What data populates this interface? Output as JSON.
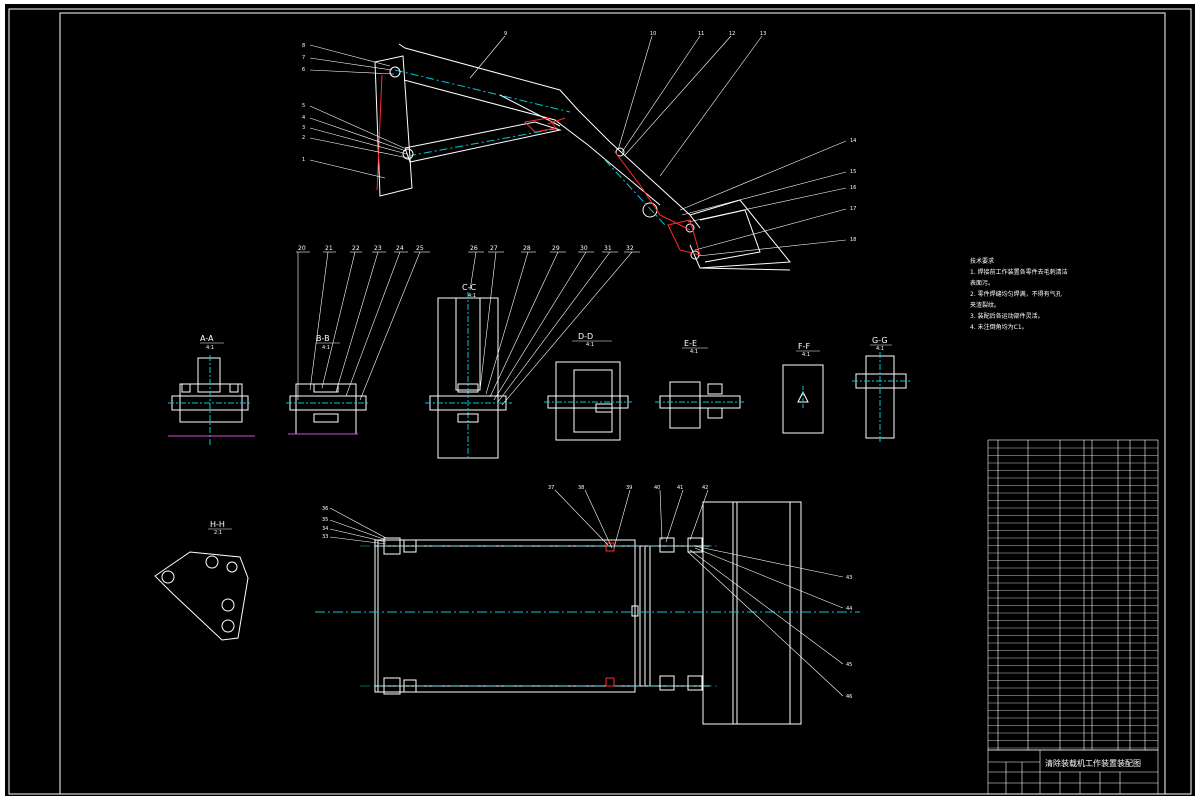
{
  "drawing": {
    "title_block": {
      "title": "清除装载机工作装置装配图"
    },
    "section_views": [
      {
        "label": "A-A",
        "scale": "4:1"
      },
      {
        "label": "B-B",
        "scale": "4:1"
      },
      {
        "label": "C-C",
        "scale": "4:1"
      },
      {
        "label": "D-D",
        "scale": "4:1"
      },
      {
        "label": "E-E",
        "scale": "4:1"
      },
      {
        "label": "F-F",
        "scale": "4:1"
      },
      {
        "label": "G-G",
        "scale": "4:1"
      },
      {
        "label": "H-H",
        "scale": "2:1"
      }
    ],
    "part_numbers": {
      "top_left": [
        "8",
        "7",
        "6",
        "5",
        "4",
        "3",
        "2",
        "1"
      ],
      "top_right": [
        "9",
        "10",
        "11",
        "12",
        "13",
        "14",
        "15",
        "16",
        "17",
        "18"
      ],
      "middle": [
        "20",
        "21",
        "22",
        "23",
        "24",
        "25",
        "26",
        "27",
        "28",
        "29",
        "30",
        "31",
        "32"
      ],
      "plan_left": [
        "36",
        "35",
        "34",
        "33"
      ],
      "plan_top": [
        "37",
        "38",
        "39",
        "40",
        "41",
        "42"
      ],
      "plan_right": [
        "43",
        "44",
        "45",
        "46"
      ]
    },
    "notes_heading": "技术要求",
    "notes": [
      "1. 焊接前工作装置各零件去毛刺清洁",
      "表面污。",
      "2. 零件焊缝均匀焊满，不得有气孔",
      "夹渣裂纹。",
      "3. 装配后各运动部件灵活。",
      "4. 未注倒角均为C1。"
    ]
  },
  "colors": {
    "background": "#000000",
    "line": "#ffffff",
    "centerline": "#00c8d7",
    "hydraulic": "#ff2a2a",
    "ground": "#d24bd2",
    "dimension": "#d8d800"
  }
}
